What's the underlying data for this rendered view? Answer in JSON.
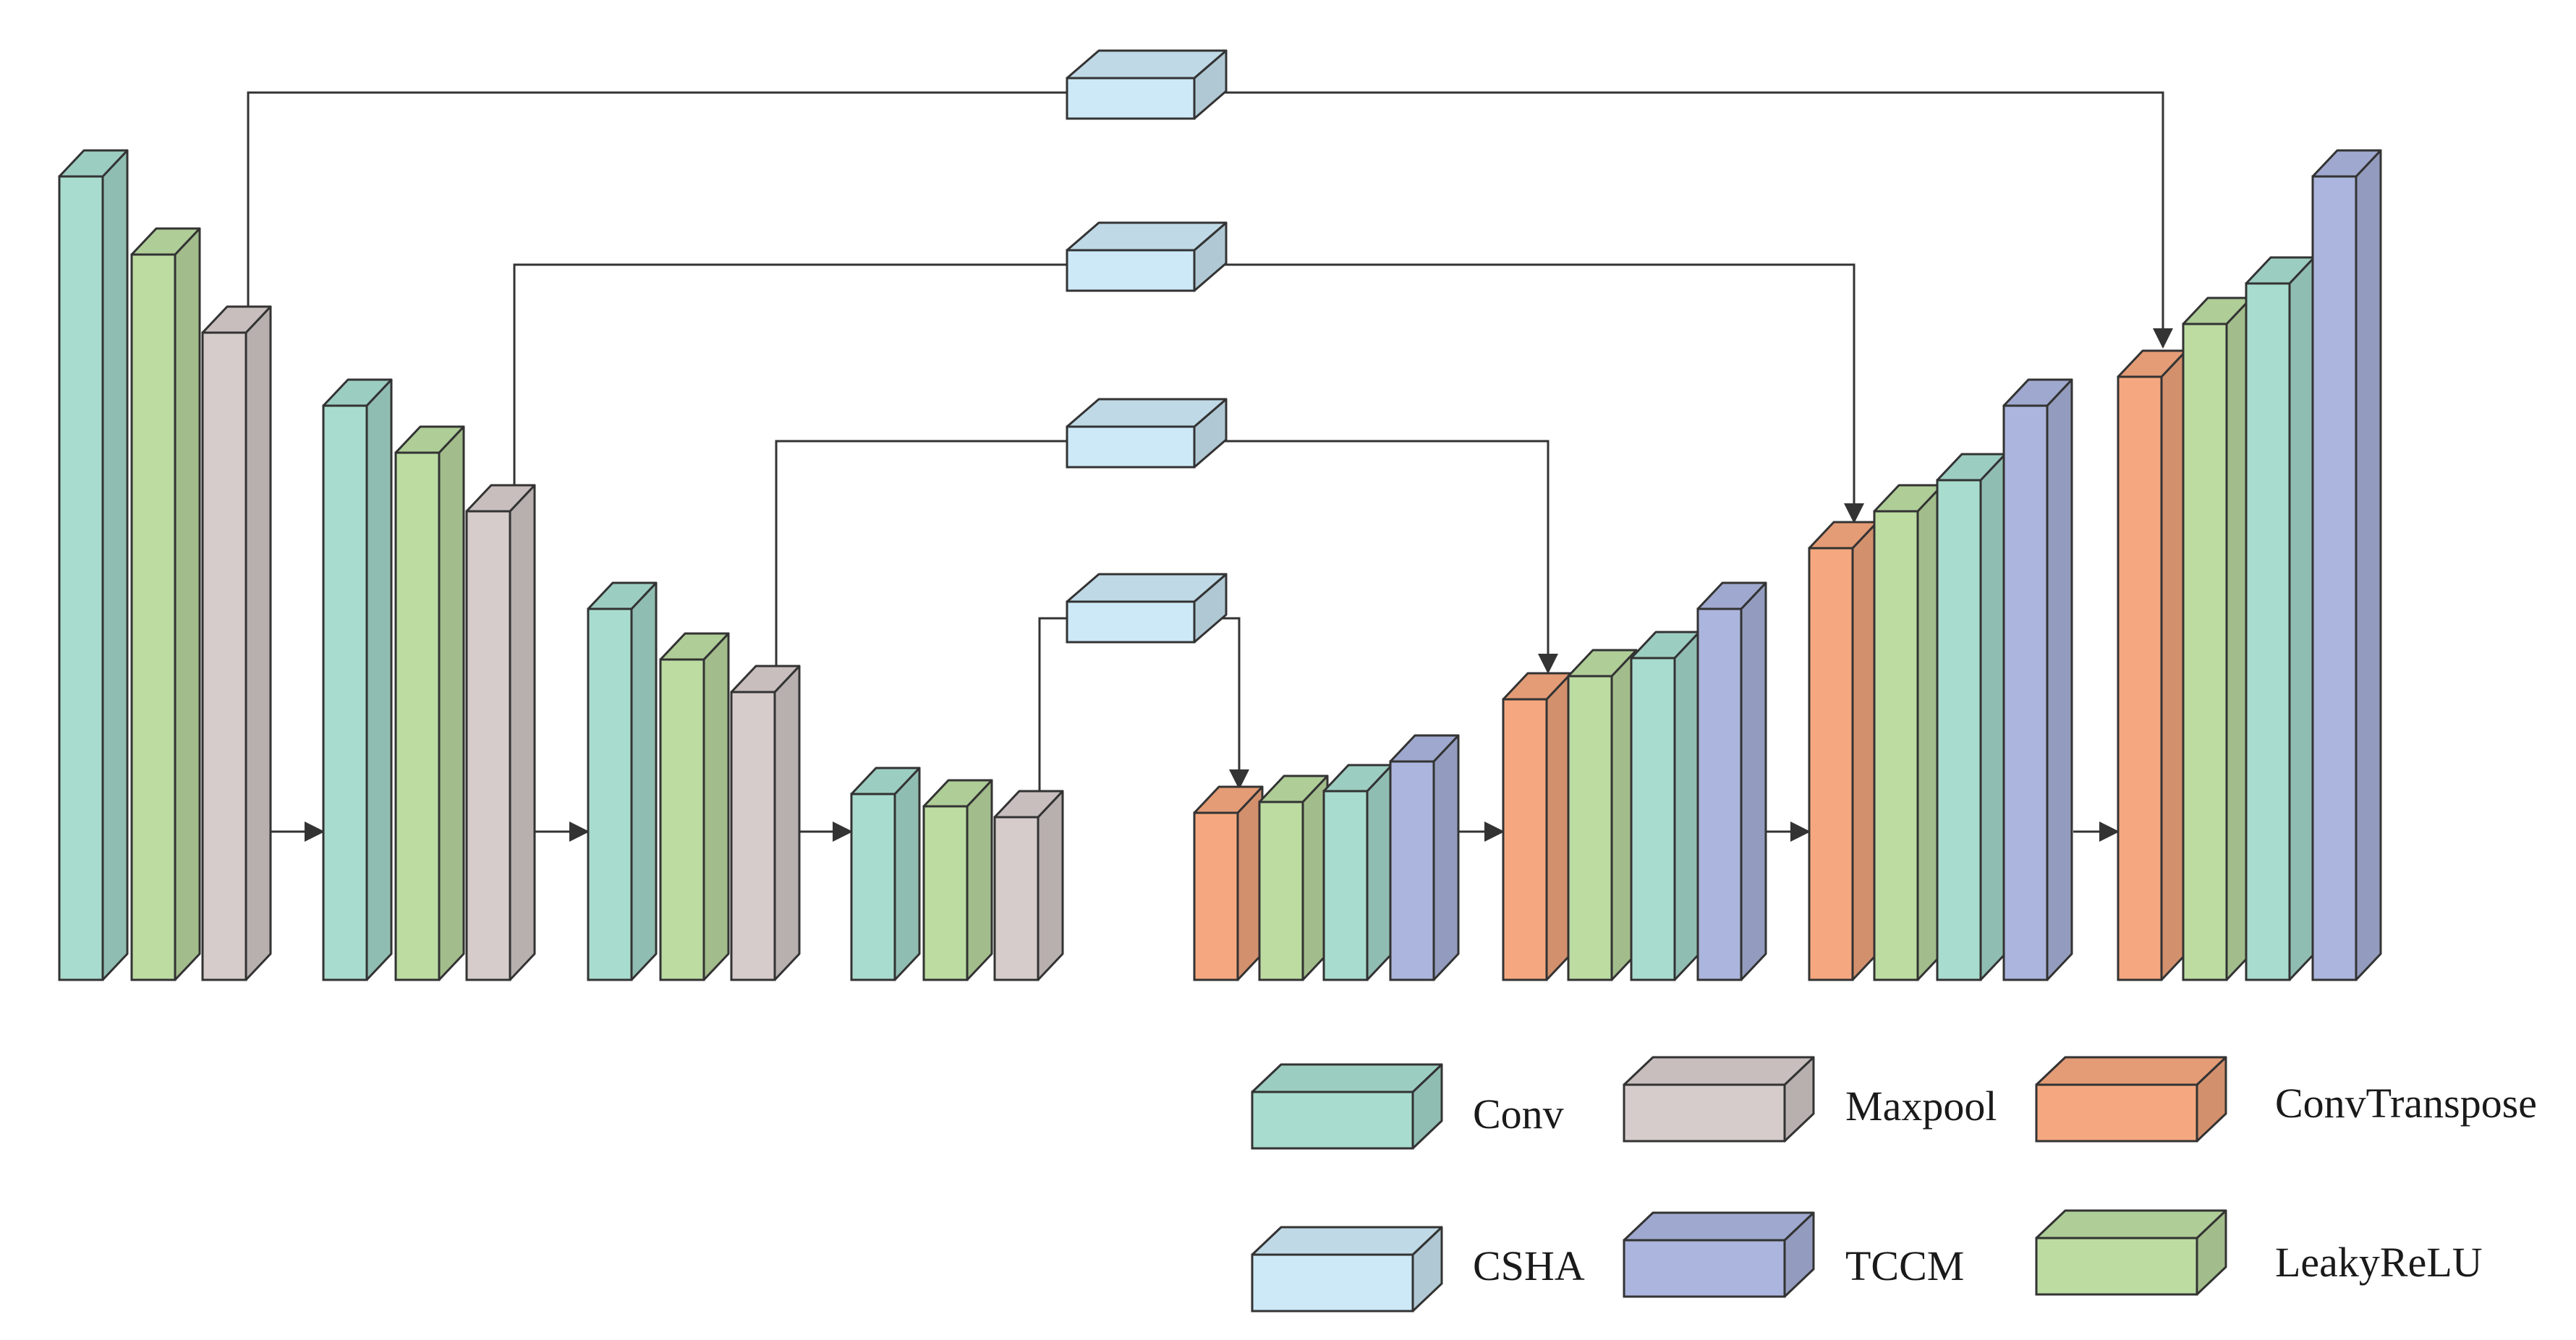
{
  "colors": {
    "conv": "#a8dccf",
    "maxpool": "#d6cccb",
    "convtranspose": "#f5a87f",
    "csha": "#cde9f7",
    "tccm": "#abb5dd",
    "leakyrelu": "#bcdca2",
    "stroke": "#333333"
  },
  "stages": {
    "encoder_1": [
      "conv",
      "leakyrelu",
      "maxpool"
    ],
    "encoder_2": [
      "conv",
      "leakyrelu",
      "maxpool"
    ],
    "encoder_3": [
      "conv",
      "leakyrelu",
      "maxpool"
    ],
    "encoder_4": [
      "conv",
      "leakyrelu",
      "maxpool"
    ],
    "decoder_1": [
      "convtranspose",
      "leakyrelu",
      "conv",
      "tccm"
    ],
    "decoder_2": [
      "convtranspose",
      "leakyrelu",
      "conv",
      "tccm"
    ],
    "decoder_3": [
      "convtranspose",
      "leakyrelu",
      "conv",
      "tccm"
    ],
    "decoder_4": [
      "convtranspose",
      "leakyrelu",
      "conv",
      "tccm"
    ]
  },
  "skip_connections": [
    "csha",
    "csha",
    "csha",
    "csha"
  ],
  "legend": [
    {
      "key": "conv",
      "label": "Conv"
    },
    {
      "key": "maxpool",
      "label": "Maxpool"
    },
    {
      "key": "convtranspose",
      "label": "ConvTranspose"
    },
    {
      "key": "csha",
      "label": "CSHA"
    },
    {
      "key": "tccm",
      "label": "TCCM"
    },
    {
      "key": "leakyrelu",
      "label": "LeakyReLU"
    }
  ]
}
